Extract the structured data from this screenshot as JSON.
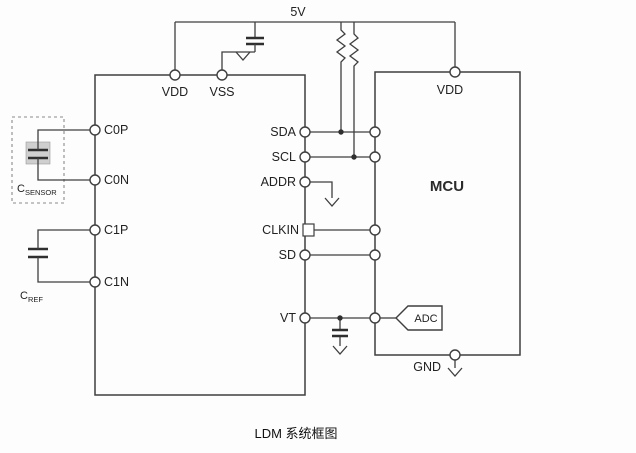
{
  "title": "LDM 系统框图",
  "labels": {
    "v5": "5V",
    "vdd_main": "VDD",
    "vss_main": "VSS",
    "vdd_mcu": "VDD",
    "gnd_mcu": "GND",
    "mcu": "MCU",
    "adc": "ADC",
    "c0p": "C0P",
    "c0n": "C0N",
    "c1p": "C1P",
    "c1n": "C1N",
    "sda": "SDA",
    "scl": "SCL",
    "addr": "ADDR",
    "clkin": "CLKIN",
    "sd": "SD",
    "vt": "VT",
    "csensor_main": "C",
    "csensor_sub": "SENSOR",
    "cref_main": "C",
    "cref_sub": "REF"
  },
  "colors": {
    "line": "#3f3f3f",
    "background": "#fdfdfd",
    "sensor_shade": "#cfcfcf"
  }
}
